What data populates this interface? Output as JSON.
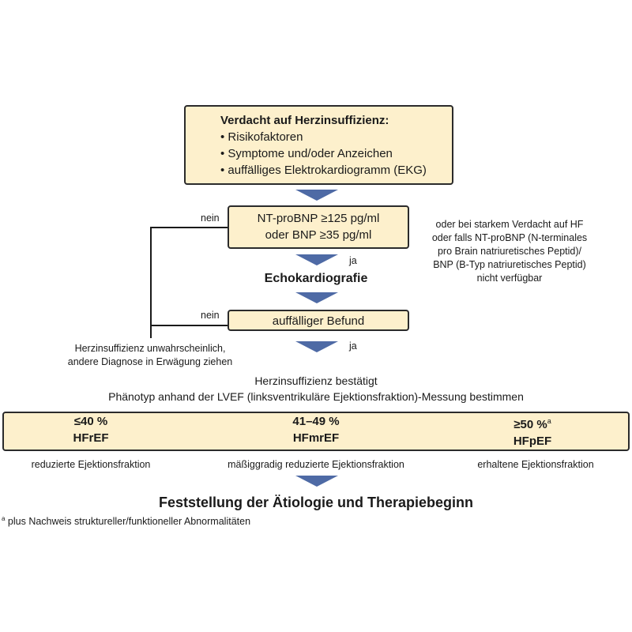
{
  "suspicion": {
    "title": "Verdacht auf Herzinsuffizienz:",
    "items": [
      "Risikofaktoren",
      "Symptome und/oder Anzeichen",
      "auffälliges Elektrokardiogramm (EKG)"
    ]
  },
  "biomarker": {
    "line1": "NT-proBNP ≥125 pg/ml",
    "line2": "oder BNP ≥35 pg/ml"
  },
  "side_note": {
    "lines": [
      "oder bei starkem Verdacht auf HF",
      "oder falls NT-proBNP (N-terminales",
      "pro Brain natriuretisches Peptid)/",
      "BNP (B-Typ natriuretisches Peptid)",
      "nicht verfügbar"
    ]
  },
  "labels": {
    "no1": "nein",
    "yes1": "ja",
    "no2": "nein",
    "yes2": "ja"
  },
  "echo": "Echokardiografie",
  "finding": "auffälliger Befund",
  "unlikely": {
    "line1": "Herzinsuffizienz unwahrscheinlich,",
    "line2": "andere Diagnose in Erwägung ziehen"
  },
  "confirmed": {
    "line1": "Herzinsuffizienz bestätigt",
    "line2": "Phänotyp anhand der LVEF (linksventrikuläre Ejektionsfraktion)-Messung bestimmen"
  },
  "phenotypes": [
    {
      "range": "≤40 %",
      "sup": "",
      "name": "HFrEF",
      "desc": "reduzierte Ejektionsfraktion"
    },
    {
      "range": "41–49 %",
      "sup": "",
      "name": "HFmrEF",
      "desc": "mäßiggradig reduzierte Ejektionsfraktion"
    },
    {
      "range": "≥50 %",
      "sup": "a",
      "name": "HFpEF",
      "desc": "erhaltene Ejektionsfraktion"
    }
  ],
  "conclusion": "Feststellung der Ätiologie und Therapiebeginn",
  "footnote": {
    "marker": "a",
    "text": " plus Nachweis struktureller/funktioneller Abnormalitäten"
  },
  "colors": {
    "box_fill": "#fdf0cc",
    "arrow": "#4e6aa5"
  }
}
